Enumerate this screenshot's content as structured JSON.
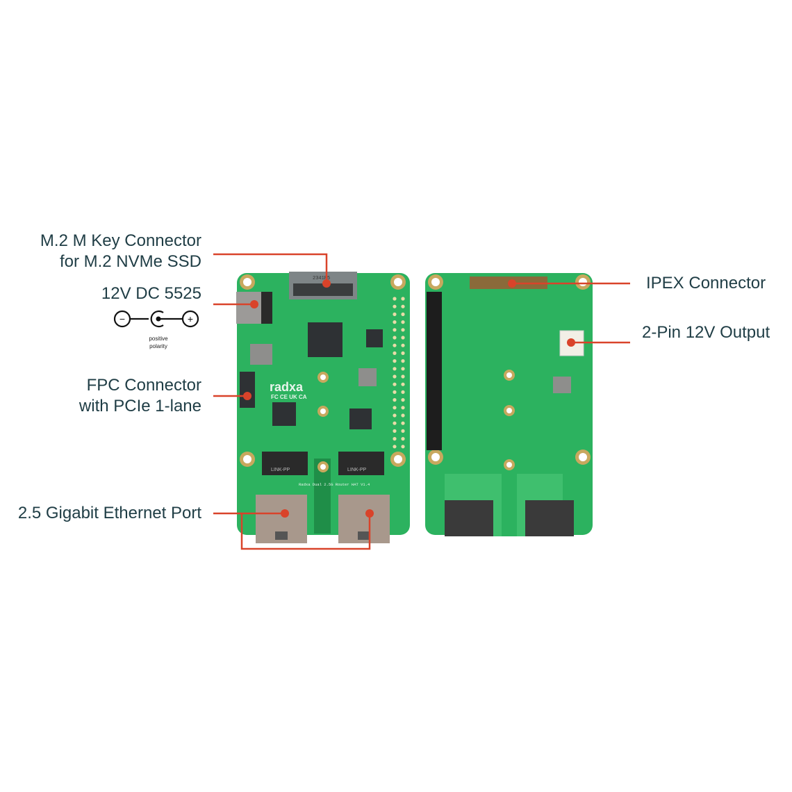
{
  "callouts": {
    "m2": {
      "line1": "M.2 M Key Connector",
      "line2": "for M.2 NVMe SSD"
    },
    "dc": {
      "title": "12V DC 5525",
      "polarity_line1": "positive",
      "polarity_line2": "polarity",
      "minus": "−",
      "plus": "+"
    },
    "fpc": {
      "line1": "FPC Connector",
      "line2": "with PCIe 1-lane"
    },
    "ethernet": {
      "label": "2.5 Gigabit Ethernet Port"
    },
    "ipex": {
      "label": "IPEX Connector"
    },
    "pin_output": {
      "label": "2-Pin 12V Output"
    }
  },
  "board": {
    "brand": "radxa",
    "cert_marks": "FC CE UK CA",
    "silk_text": "Radxa Dual 2.5G Router HAT V1.4",
    "magnetics_text": "LINK-PP",
    "m2_text": "2341P5"
  },
  "colors": {
    "text": "#1f3d45",
    "callout_line": "#d9432a",
    "pcb": "#2cb25f",
    "pcb_dark": "#1f9a4e"
  }
}
